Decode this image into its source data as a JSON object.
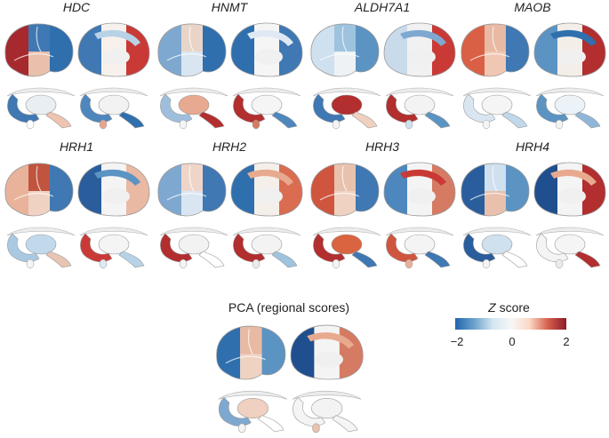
{
  "panels": [
    {
      "gene": "HDC",
      "a": [
        "#a6292e",
        "#3f78b3",
        "#2f6fae",
        "#e8c0ac"
      ],
      "b": [
        "#3f78b3",
        "#f6f1ec",
        "#b7d2e6",
        "#c93a36"
      ],
      "c": [
        "#3f78b3",
        "#e9eef3",
        "#ffffff",
        "#eec4b0"
      ],
      "d": [
        "#4d87bd",
        "#f2f2f2",
        "#e9a58c",
        "#2f6fae"
      ]
    },
    {
      "gene": "HNMT",
      "a": [
        "#7fa8d0",
        "#e8d5c8",
        "#2f6fae",
        "#d9e6f1"
      ],
      "b": [
        "#2f6fae",
        "#f5f5f5",
        "#dfe9f3",
        "#3f78b3"
      ],
      "c": [
        "#9dbfdd",
        "#e7a98f",
        "#f4f4f4",
        "#b22e2f"
      ],
      "d": [
        "#b22e2f",
        "#f5f5f5",
        "#d57b63",
        "#4d87bd"
      ]
    },
    {
      "gene": "ALDH7A1",
      "a": [
        "#cfe0ee",
        "#9ec3de",
        "#5b93c3",
        "#eff2f5"
      ],
      "b": [
        "#c9dbeb",
        "#f1f1f1",
        "#7fa8d0",
        "#c93a36"
      ],
      "c": [
        "#3f78b3",
        "#b22e2f",
        "#f4f4f4",
        "#f0d0c0"
      ],
      "d": [
        "#b22e2f",
        "#f3f3f3",
        "#cfe0ee",
        "#5b93c3"
      ]
    },
    {
      "gene": "MAOB",
      "a": [
        "#d95f45",
        "#e8b9a3",
        "#3f78b3",
        "#f0c7b3"
      ],
      "b": [
        "#5b93c3",
        "#f4eee9",
        "#2f6fae",
        "#b22e2f"
      ],
      "c": [
        "#d9e6f1",
        "#f5f5f5",
        "#f4f4f4",
        "#c0d8ea"
      ],
      "d": [
        "#5b93c3",
        "#ebf2f8",
        "#f3f3f3",
        "#8fb6d9"
      ]
    },
    {
      "gene": "HRH1",
      "a": [
        "#e8b39a",
        "#c0543f",
        "#3f78b3",
        "#f0d2c2"
      ],
      "b": [
        "#2a5d9c",
        "#f4f4f4",
        "#5b93c3",
        "#e9b9a3"
      ],
      "c": [
        "#a9c9e3",
        "#c2d9ec",
        "#f4f4f4",
        "#e8c4b2"
      ],
      "d": [
        "#c93a36",
        "#f4f4f4",
        "#dfe9f3",
        "#b7d2e6"
      ]
    },
    {
      "gene": "HRH2",
      "a": [
        "#7fa8d0",
        "#efd5c8",
        "#3f78b3",
        "#d9e6f1"
      ],
      "b": [
        "#2f6fae",
        "#f4efe9",
        "#e8aa8f",
        "#d96c51"
      ],
      "c": [
        "#b22e2f",
        "#f2f2f2",
        "#f4f4f4",
        "#ffffff"
      ],
      "d": [
        "#b22e2f",
        "#f3f3f3",
        "#ececec",
        "#9ec3de"
      ]
    },
    {
      "gene": "HRH3",
      "a": [
        "#d0553f",
        "#e9c2ae",
        "#3f78b3",
        "#f0d2c2"
      ],
      "b": [
        "#4d87bd",
        "#f4f4f4",
        "#c93a36",
        "#d57b63"
      ],
      "c": [
        "#b22e2f",
        "#d9643f",
        "#f4f4f4",
        "#3f78b3"
      ],
      "d": [
        "#d0553f",
        "#f4f4f4",
        "#e7b19a",
        "#3f78b3"
      ]
    },
    {
      "gene": "HRH4",
      "a": [
        "#2a5d9c",
        "#cfe0ee",
        "#5b93c3",
        "#e8c0ac"
      ],
      "b": [
        "#1f4f8e",
        "#f4f4f4",
        "#e8aa8f",
        "#b22e2f"
      ],
      "c": [
        "#2a5d9c",
        "#cfe0ee",
        "#f4f4f4",
        "#ffffff"
      ],
      "d": [
        "#f4f4f4",
        "#f5f5f5",
        "#ececec",
        "#b22e2f"
      ]
    }
  ],
  "pca": {
    "title": "PCA (regional scores)",
    "a": [
      "#2f6fae",
      "#e8b9a3",
      "#5b93c3",
      "#f0d2c2"
    ],
    "b": [
      "#1f4f8e",
      "#f4f4f4",
      "#e8aa8f",
      "#d57b63"
    ],
    "c": [
      "#7fa8d0",
      "#f0d0c0",
      "#f4f4f4",
      "#ffffff"
    ],
    "d": [
      "#f4f4f4",
      "#f3f3f3",
      "#e9c2ae",
      "#f5f5f5"
    ]
  },
  "colorbar": {
    "title_italic": "Z",
    "title_rest": " score",
    "ticks": [
      {
        "value": -2,
        "label": "−2"
      },
      {
        "value": 0,
        "label": "0"
      },
      {
        "value": 2,
        "label": "2"
      }
    ],
    "range": [
      -2,
      2
    ],
    "colors": [
      "#2166ac",
      "#6aa0cd",
      "#d1e5f0",
      "#f7f7f7",
      "#fbd9c6",
      "#d6604d",
      "#8e1a28"
    ]
  }
}
